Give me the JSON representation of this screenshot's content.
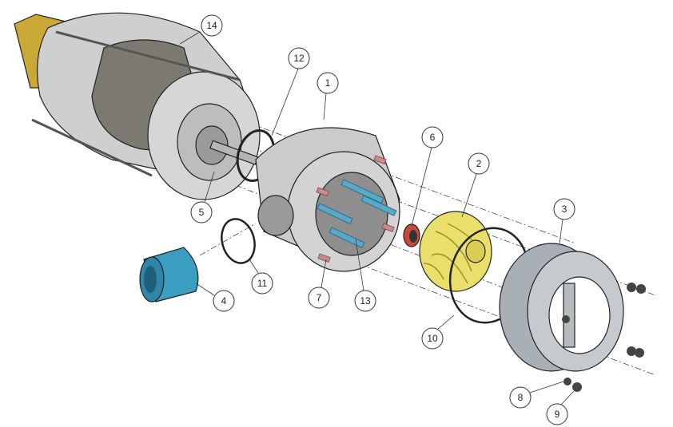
{
  "diagram": {
    "title": "Pump exploded assembly view",
    "colors": {
      "body": "#c9c9c9",
      "body_dark": "#8f8f8c",
      "motor_band": "#7c7a70",
      "impeller": "#e9df6a",
      "nut": "#3b9dc0",
      "bolt": "#5aa9c8",
      "pin": "#c98a8a",
      "bracket": "#c9a836",
      "cover": "#a9b0b5"
    },
    "callouts": [
      {
        "id": "14",
        "label": "14"
      },
      {
        "id": "12",
        "label": "12"
      },
      {
        "id": "1",
        "label": "1"
      },
      {
        "id": "6",
        "label": "6"
      },
      {
        "id": "2",
        "label": "2"
      },
      {
        "id": "3",
        "label": "3"
      },
      {
        "id": "5",
        "label": "5"
      },
      {
        "id": "11",
        "label": "11"
      },
      {
        "id": "4",
        "label": "4"
      },
      {
        "id": "7",
        "label": "7"
      },
      {
        "id": "13",
        "label": "13"
      },
      {
        "id": "10",
        "label": "10"
      },
      {
        "id": "8",
        "label": "8"
      },
      {
        "id": "9",
        "label": "9"
      }
    ]
  }
}
